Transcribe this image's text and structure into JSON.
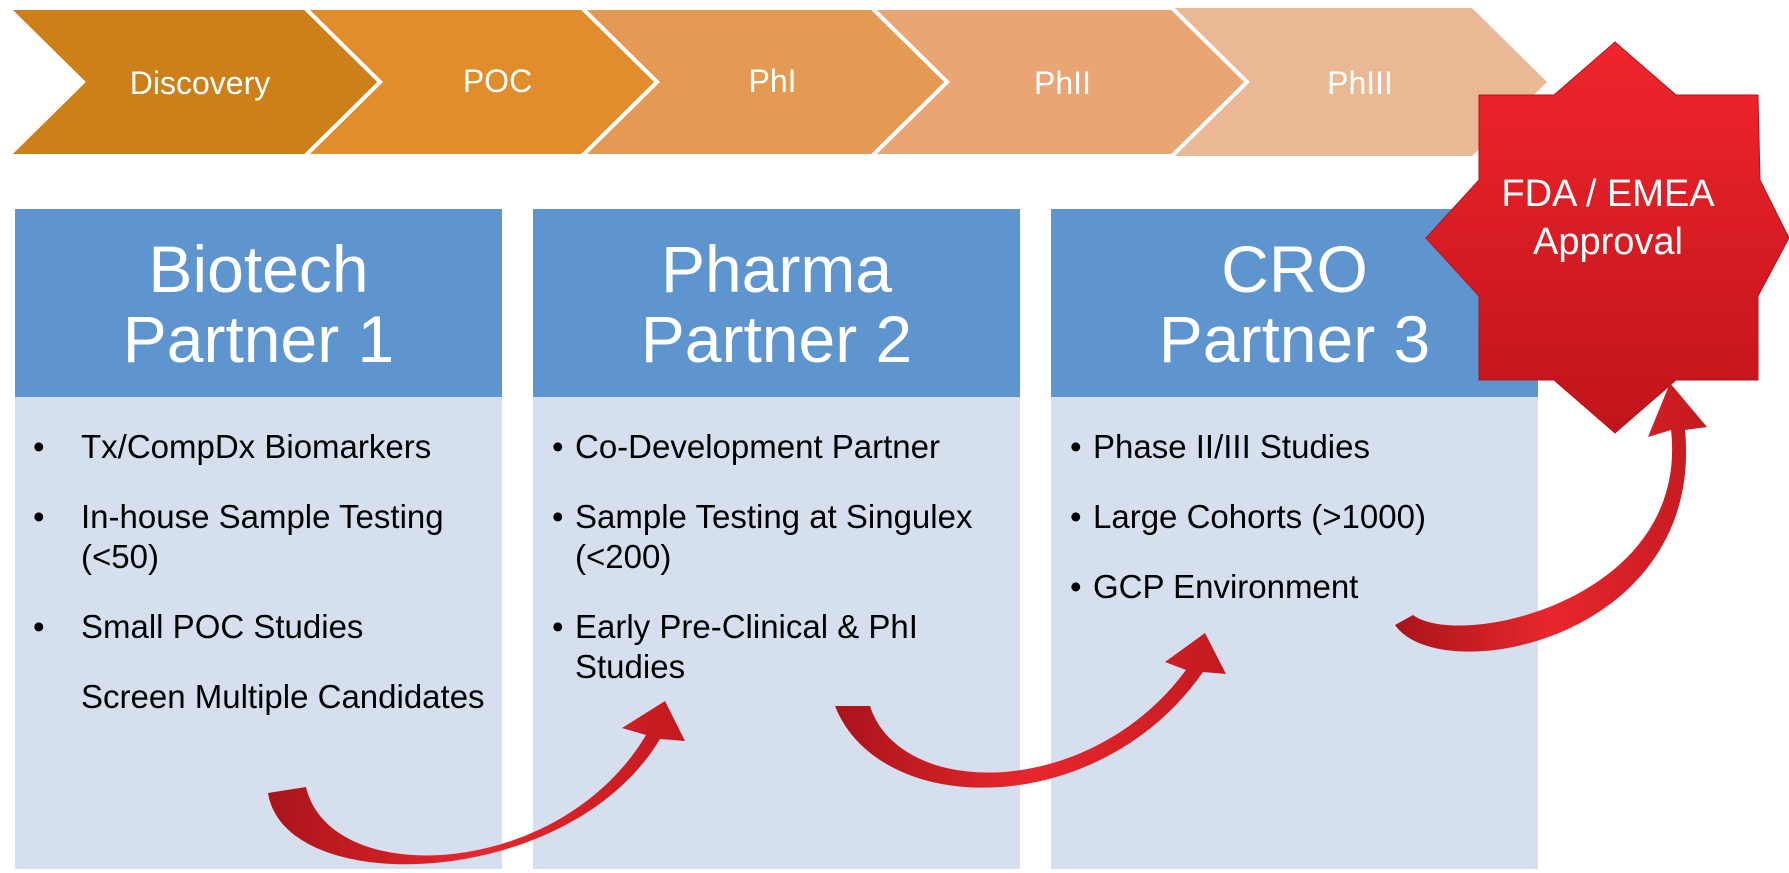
{
  "stages": [
    "Discovery",
    "POC",
    "PhI",
    "PhII",
    "PhIII"
  ],
  "approval": {
    "line1": "FDA / EMEA",
    "line2": "Approval"
  },
  "partners": [
    {
      "title_line1": "Biotech",
      "title_line2": "Partner 1",
      "items": [
        {
          "bullet": "•",
          "text": "Tx/CompDx Biomarkers"
        },
        {
          "bullet": "•",
          "text": "In-house Sample Testing (<50)"
        },
        {
          "bullet": "•",
          "text": "Small POC Studies"
        },
        {
          "bullet": "",
          "text": "Screen Multiple Candidates"
        }
      ]
    },
    {
      "title_line1": "Pharma",
      "title_line2": "Partner 2",
      "items": [
        {
          "bullet": "•",
          "text": "Co-Development Partner"
        },
        {
          "bullet": "•",
          "text": "Sample Testing at Singulex (<200)"
        },
        {
          "bullet": "•",
          "text": "Early Pre-Clinical & PhI Studies"
        }
      ]
    },
    {
      "title_line1": "CRO",
      "title_line2": "Partner 3",
      "items": [
        {
          "bullet": "•",
          "text": "Phase II/III Studies"
        },
        {
          "bullet": "•",
          "text": "Large Cohorts (>1000)"
        },
        {
          "bullet": "•",
          "text": "GCP Environment"
        }
      ]
    }
  ],
  "colors": {
    "chevrons": [
      "#cd7f1a",
      "#e28d2b",
      "#e59a54",
      "#e9a674",
      "#ebb896"
    ],
    "header_blue": "#5f95cf",
    "body_blue": "#d6dfee",
    "starburst_red": "#e01f26",
    "arrow_red": "#c81c22"
  }
}
